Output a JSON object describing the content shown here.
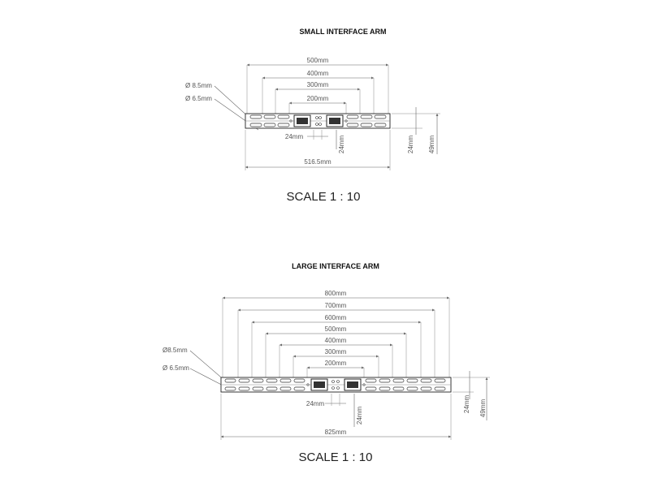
{
  "colors": {
    "line": "#666666",
    "part": "#222222",
    "text": "#555555"
  },
  "small_arm": {
    "title": "SMALL INTERFACE ARM",
    "scale": "SCALE 1 : 10",
    "hole_labels": [
      "Ø 8.5mm",
      "Ø 6.5mm"
    ],
    "dimensions": {
      "w500": "500mm",
      "w400": "400mm",
      "w300": "300mm",
      "w200": "200mm",
      "center_width": "24mm",
      "center_height": "24mm",
      "right_24": "24mm",
      "right_49": "49mm",
      "overall": "516.5mm"
    }
  },
  "large_arm": {
    "title": "LARGE INTERFACE ARM",
    "scale": "SCALE 1 : 10",
    "hole_labels": [
      "Ø8.5mm",
      "Ø 6.5mm"
    ],
    "dimensions": {
      "w800": "800mm",
      "w700": "700mm",
      "w600": "600mm",
      "w500": "500mm",
      "w400": "400mm",
      "w300": "300mm",
      "w200": "200mm",
      "center_width": "24mm",
      "center_height": "24mm",
      "right_24": "24mm",
      "right_49": "49mm",
      "overall": "825mm"
    }
  }
}
